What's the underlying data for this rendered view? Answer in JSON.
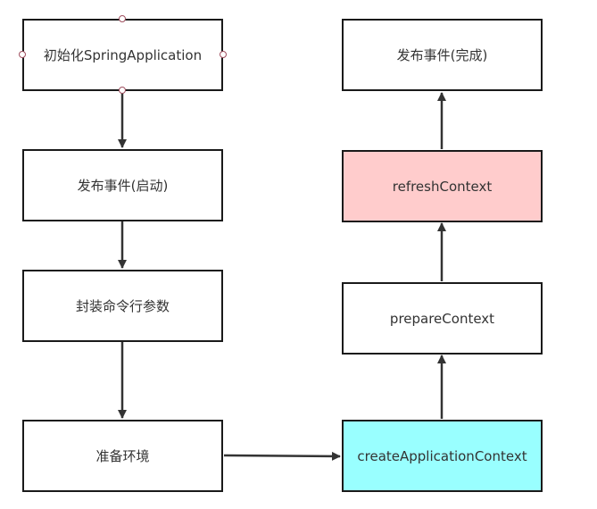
{
  "nodes": {
    "init": {
      "label": "初始化SpringApplication"
    },
    "publish_start": {
      "label": "发布事件(启动)"
    },
    "wrap_args": {
      "label": "封装命令行参数"
    },
    "prepare_env": {
      "label": "准备环境"
    },
    "create_ctx": {
      "label": "createApplicationContext",
      "fill": "#99ffff"
    },
    "prepare_ctx": {
      "label": "prepareContext"
    },
    "refresh_ctx": {
      "label": "refreshContext",
      "fill": "#ffcccc"
    },
    "publish_done": {
      "label": "发布事件(完成)"
    }
  },
  "colors": {
    "border": "#1a1a1a",
    "arrow": "#333333",
    "text": "#333333"
  }
}
